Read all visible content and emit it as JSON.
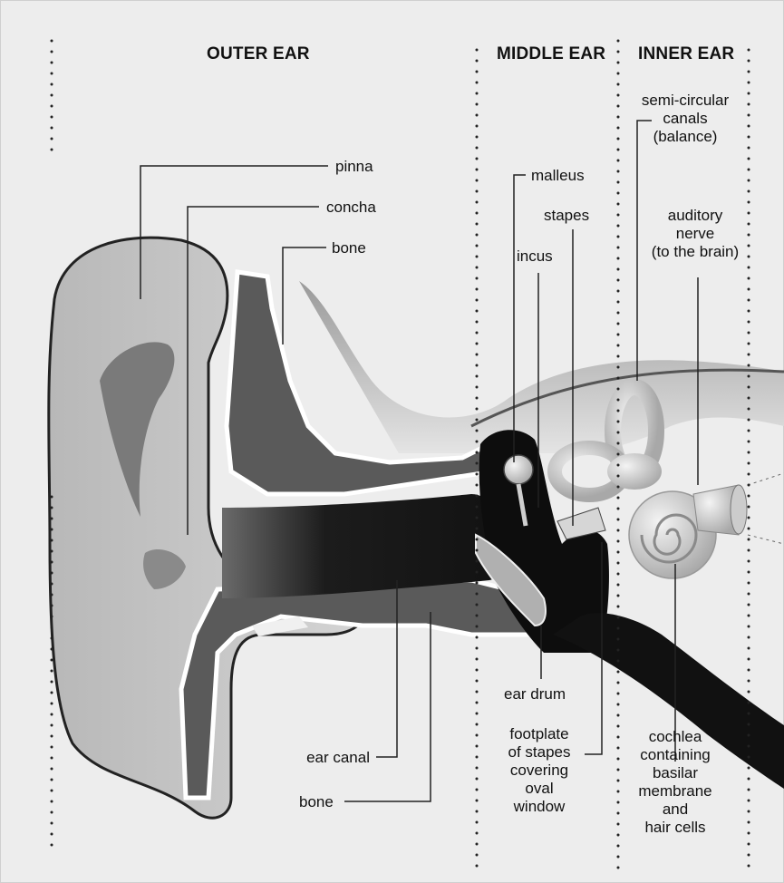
{
  "sections": {
    "outer": "OUTER  EAR",
    "middle": "MIDDLE EAR",
    "inner": "INNER EAR"
  },
  "labels": {
    "pinna": "pinna",
    "concha": "concha",
    "bone_top": "bone",
    "malleus": "malleus",
    "stapes": "stapes",
    "incus": "incus",
    "semicircular": "semi-circular\ncanals\n(balance)",
    "auditory_nerve": "auditory\nnerve\n(to the brain)",
    "ear_drum": "ear drum",
    "footplate": "footplate\nof stapes\ncovering\noval\nwindow",
    "cochlea": "cochlea\ncontaining\nbasilar\nmembrane\nand\nhair cells",
    "ear_canal": "ear canal",
    "bone_bottom": "bone"
  },
  "colors": {
    "background": "#ededed",
    "skin": "#c4c4c4",
    "bone_dark": "#5a5a5a",
    "canal_dark": "#1a1a1a",
    "inner_ear": "#d9d9d9"
  }
}
